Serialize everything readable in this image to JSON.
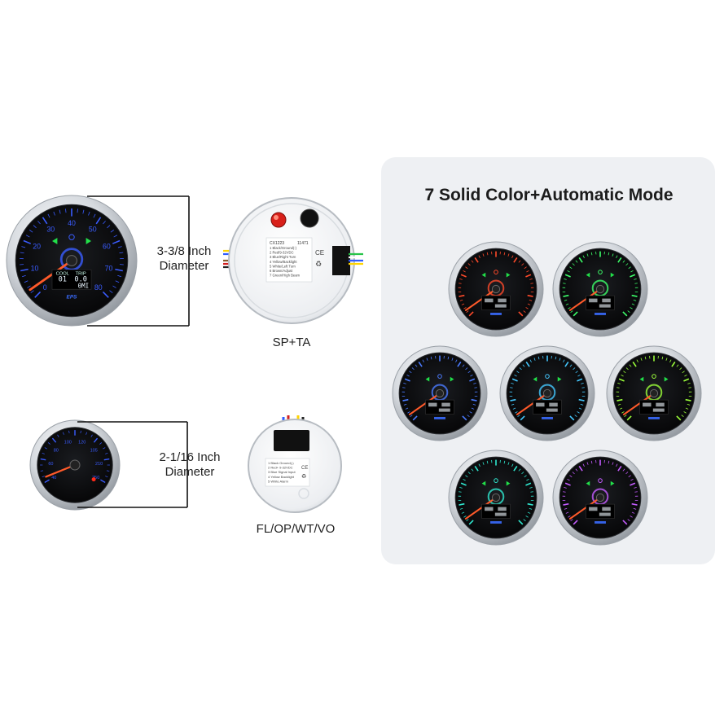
{
  "large_gauge_size_label": [
    "3-3/8 Inch",
    "Diameter"
  ],
  "small_gauge_size_label": [
    "2-1/16 Inch",
    "Diameter"
  ],
  "speedometer_back_caption": "SP+TA",
  "small_gauge_back_caption": "FL/OP/WT/VO",
  "color_modes_title": "7 Solid Color+Automatic Mode",
  "speedometer_dial": {
    "speed_ticks": [
      "0",
      "10",
      "20",
      "30",
      "40",
      "50",
      "60",
      "70",
      "80"
    ],
    "trip_labels": [
      "COOL",
      "TRIP"
    ],
    "trip_values": [
      "01",
      "0.0"
    ],
    "odometer_value": "0MI",
    "brand": "EPS"
  },
  "small_gauge_dial": {
    "scale_ticks": [
      "40",
      "60",
      "80",
      "100",
      "120",
      "105",
      "210",
      "250"
    ],
    "brand": ""
  },
  "speedometer_back_label": {
    "model": "CX1223",
    "code": "11471",
    "wiring": [
      "1 Black/Ground(-)",
      "2 Red/9-32VDC",
      "3 Blue/Right Turn",
      "4 Yellow/Backlight",
      "5 White/Left Turn",
      "6 Brown/Adjust",
      "7 Green/High Beam"
    ],
    "cert": "CE"
  },
  "small_gauge_back_label": {
    "wiring": [
      "1 Black Ground(-)",
      "2 Red+ 9-32VDC",
      "3 Blue Signal Input",
      "4 Yellow Backlight",
      "5 White Alarm"
    ],
    "cert": "CE"
  },
  "color_variants": [
    {
      "name": "red",
      "color": "#ff4a2a"
    },
    {
      "name": "green",
      "color": "#3dff6a"
    },
    {
      "name": "blue",
      "color": "#4b7bff"
    },
    {
      "name": "sky-blue",
      "color": "#45c8ff"
    },
    {
      "name": "light-green",
      "color": "#9cff3a"
    },
    {
      "name": "cyan",
      "color": "#2fe8d0"
    },
    {
      "name": "purple",
      "color": "#c45cff"
    }
  ],
  "colors": {
    "panel_bg": "#eef0f3",
    "bezel": "#d9dde2",
    "dial_face": "#0a0b0d",
    "needle": "#ff5a2a",
    "turn_arrow": "#22e04a",
    "large_dial_blue": "#3a5cff"
  }
}
